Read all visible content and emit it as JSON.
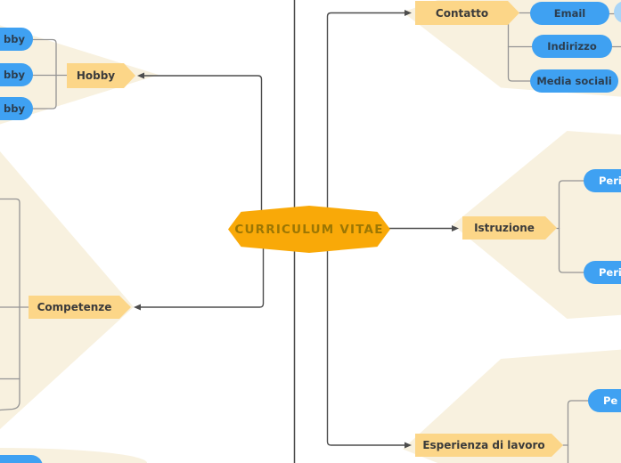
{
  "colors": {
    "center_fill": "#F9A908",
    "center_text": "#9C7704",
    "branch_fill": "#FCD688",
    "branch_text": "#3B3B3B",
    "subtopic_fill": "#3FA1F2",
    "subtopic_text_dark": "#2C3E50",
    "subtopic_text_light": "#FFFFFF",
    "highlight_fill": "#A9D5F7",
    "region_fill": "#F8F1DF",
    "connector_line": "#4D4D4D",
    "bracket_line": "#949494"
  },
  "center": {
    "label": "CURRICULUM VITAE"
  },
  "branches": {
    "contatto": {
      "label": "Contatto"
    },
    "istruzione": {
      "label": "Istruzione"
    },
    "esperienza": {
      "label": "Esperienza di lavoro"
    },
    "competenze": {
      "label": "Competenze"
    },
    "hobby": {
      "label": "Hobby"
    }
  },
  "subtopics": {
    "email": "Email",
    "indirizzo": "Indirizzo",
    "media_sociali": "Media sociali",
    "periodo_istruzione_1": "Peri",
    "periodo_istruzione_2": "Peri",
    "periodo_lavoro_1": "Pe",
    "hobby_1": "bby",
    "hobby_2": "bby",
    "hobby_3": "bby"
  }
}
